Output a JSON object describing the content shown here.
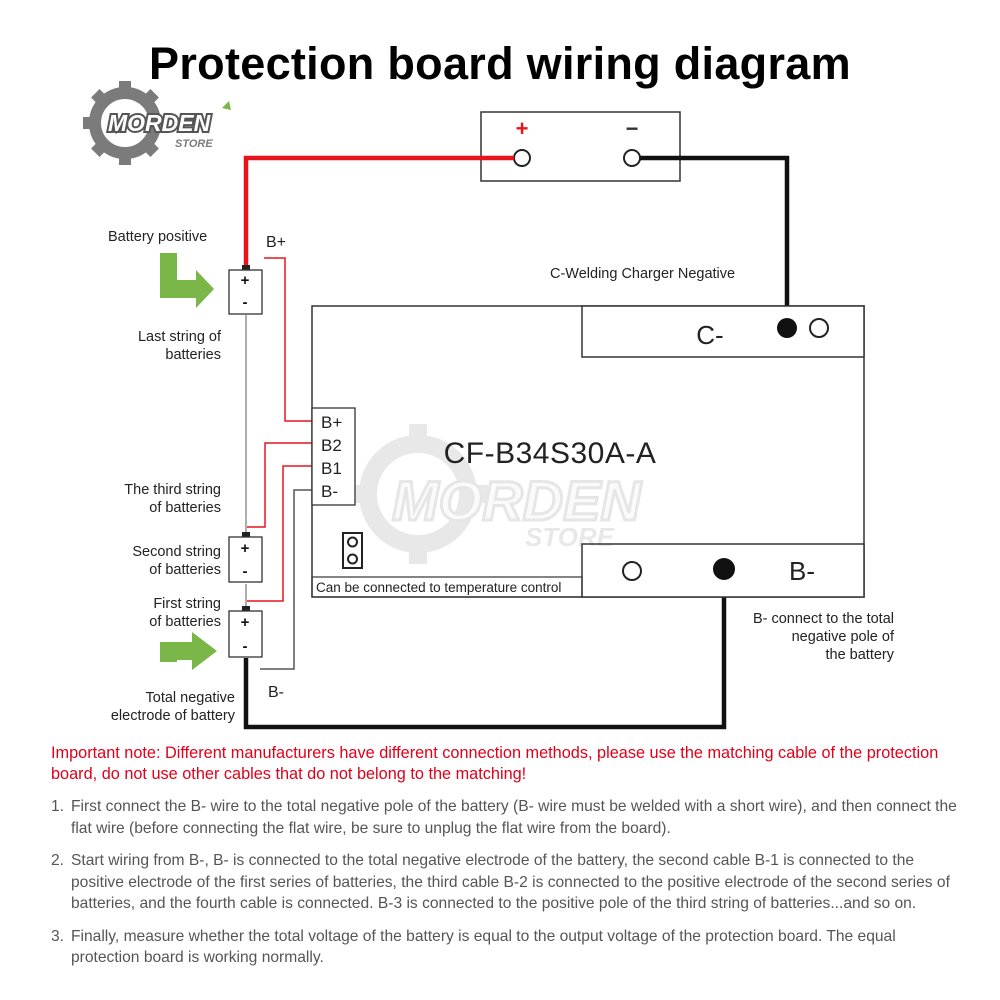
{
  "title": "Protection board wiring diagram",
  "logo": {
    "text": "MORDEN",
    "subtext": "STORE"
  },
  "charger": {
    "plus": "+",
    "minus": "−",
    "label": "C-Welding Charger Negative"
  },
  "board": {
    "model": "CF-B34S30A-A",
    "c_minus": "C-",
    "b_minus": "B-",
    "pins": [
      "B+",
      "B2",
      "B1",
      "B-"
    ],
    "temp_note": "Can be connected to temperature control"
  },
  "labels": {
    "battery_positive": "Battery positive",
    "b_plus_wire": "B+",
    "last_string_1": "Last string of",
    "last_string_2": "batteries",
    "third_string_1": "The third string",
    "third_string_2": "of batteries",
    "second_string_1": "Second string",
    "second_string_2": "of batteries",
    "first_string_1": "First string",
    "first_string_2": "of batteries",
    "total_negative_1": "Total negative",
    "total_negative_2": "electrode of battery",
    "b_minus_wire": "B-",
    "b_minus_connect_1": "B- connect to the total",
    "b_minus_connect_2": "negative pole of",
    "b_minus_connect_3": "the battery"
  },
  "cell_terminals": {
    "plus": "+",
    "minus": "-"
  },
  "note": "Important note: Different manufacturers have different connection methods, please use the matching cable of the protection board, do not use other cables that do not belong to the matching!",
  "steps": [
    {
      "num": "1.",
      "text": "First connect the B- wire to the total negative pole of the battery (B- wire must be welded with a short wire), and then connect the flat wire (before connecting the flat wire, be sure to unplug the flat wire from the board)."
    },
    {
      "num": "2.",
      "text": "Start wiring from B-, B- is connected to the total negative electrode of the battery, the second cable B-1 is connected to the positive electrode of the first series of batteries, the third cable B-2 is connected to the positive electrode of the second series of batteries, and the fourth cable is connected. B-3 is connected to the positive pole of the third string of batteries...and so on."
    },
    {
      "num": "3.",
      "text": "Finally, measure whether the total voltage of the battery is equal to the output voltage of the protection board. The equal protection board is working normally."
    }
  ],
  "colors": {
    "red_wire": "#e8141c",
    "black_wire": "#111111",
    "arrow_green": "#7ab648",
    "logo_gray": "#7b7b7b",
    "note_red": "#e0001a"
  }
}
